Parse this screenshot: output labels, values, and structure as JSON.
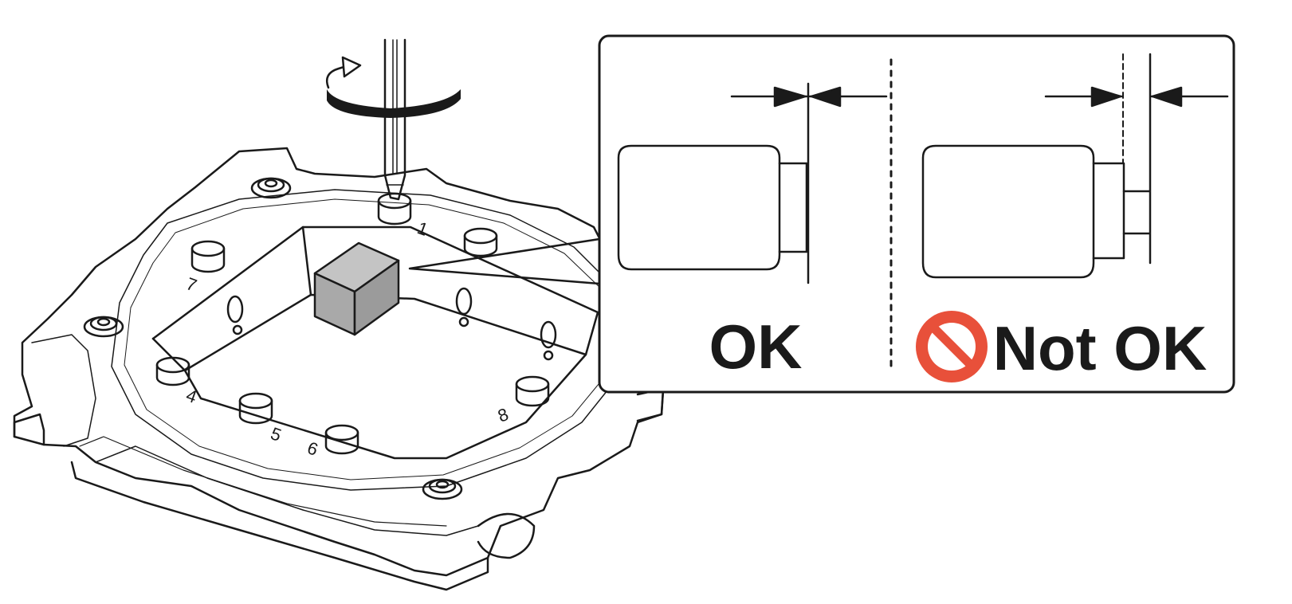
{
  "callout": {
    "ok_label": "OK",
    "not_ok_label": "Not OK"
  },
  "screw_numbers": [
    "1",
    "4",
    "5",
    "6",
    "7",
    "8"
  ],
  "colors": {
    "line": "#1a1a1a",
    "block_fill": "#a9a9a9",
    "prohibited_red": "#e8503a"
  },
  "icons": [
    "screwdriver-icon",
    "rotation-arrow-icon",
    "prohibited-icon"
  ]
}
